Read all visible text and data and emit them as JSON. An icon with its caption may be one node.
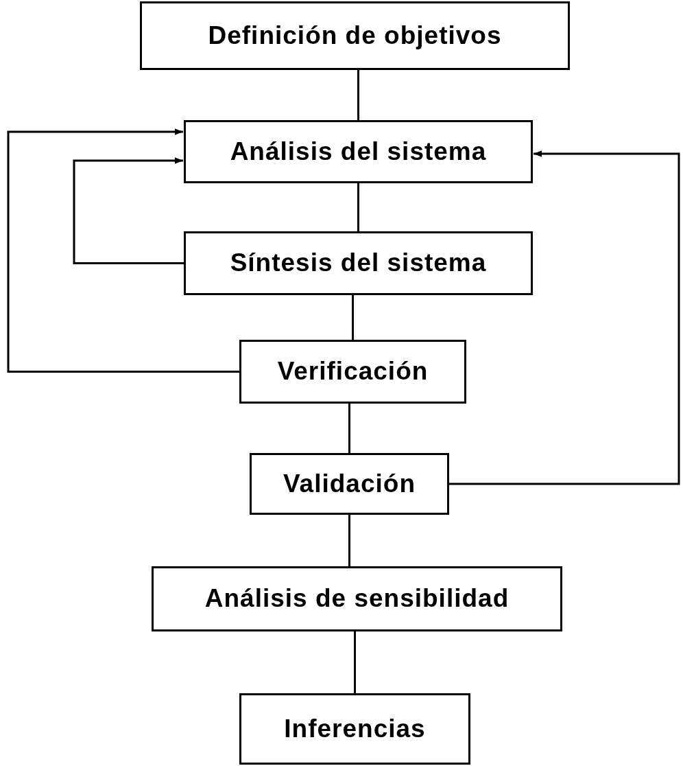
{
  "diagram": {
    "nodes": [
      {
        "text": [
          "Definición de objetivos"
        ]
      },
      {
        "text": [
          "Análisis del sistema"
        ]
      },
      {
        "text": [
          "Síntesis del sistema"
        ]
      },
      {
        "text": [
          "Verificación"
        ]
      },
      {
        "text": [
          "Validación"
        ]
      },
      {
        "text": [
          "Análisis de sensibilidad"
        ]
      },
      {
        "text": [
          "Inferencias"
        ]
      }
    ],
    "edges": [
      {
        "from": 0,
        "to": 1,
        "arrow": "none"
      },
      {
        "from": 1,
        "to": 2,
        "arrow": "none"
      },
      {
        "from": 2,
        "to": 3,
        "arrow": "none"
      },
      {
        "from": 3,
        "to": 4,
        "arrow": "none"
      },
      {
        "from": 4,
        "to": 5,
        "arrow": "none"
      },
      {
        "from": 5,
        "to": 6,
        "arrow": "none"
      },
      {
        "from": 2,
        "to": 1,
        "arrow": "to"
      },
      {
        "from": 3,
        "to": 1,
        "arrow": "to"
      },
      {
        "from": 4,
        "to": 1,
        "arrow": "to"
      }
    ]
  }
}
